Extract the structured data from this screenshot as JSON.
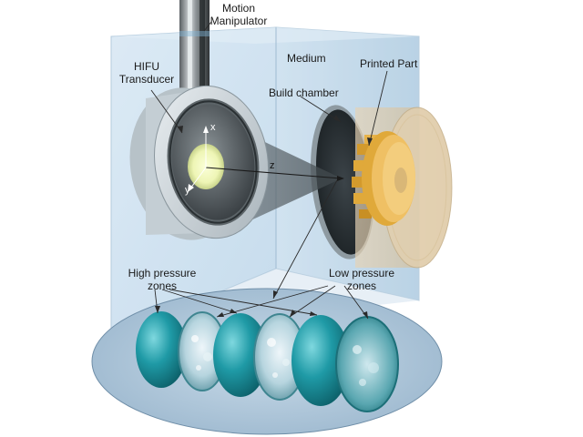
{
  "labels": {
    "motion_manipulator": [
      "Motion",
      "Manipulator"
    ],
    "medium": "Medium",
    "printed_part": "Printed Part",
    "hifu_transducer": [
      "HIFU",
      "Transducer"
    ],
    "build_chamber": "Build chamber",
    "high_pressure_zones": [
      "High pressure",
      "zones"
    ],
    "low_pressure_zones": [
      "Low pressure",
      "zones"
    ]
  },
  "axes": {
    "x": "x",
    "y": "y",
    "z": "z"
  },
  "colors": {
    "medium_fill": "#cfe3f2",
    "zone_teal": "#1f9aa6",
    "printed_part": "#e0a93a",
    "oval_fill": "#b9cfe0"
  }
}
